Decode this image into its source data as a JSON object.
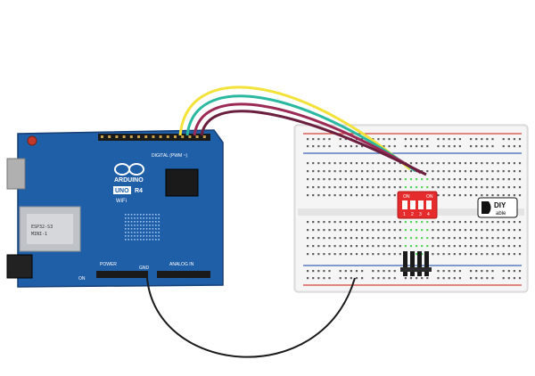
{
  "board": {
    "brand": "ARDUINO",
    "model": "UNO",
    "variant": "R4",
    "wifi": "WiFi",
    "digital_label": "DIGITAL (PWM ~)",
    "power_label": "POWER",
    "analog_label": "ANALOG IN",
    "gnd_label": "GND",
    "module_label": "ESP32-S3",
    "module_sub": "MINI-1",
    "on_label": "ON",
    "colors": {
      "pcb": "#1f5fa8",
      "pcb_dark": "#163f76",
      "header": "#1a1a1a"
    }
  },
  "breadboard": {
    "colors": {
      "body": "#f1f1f1",
      "rail_red": "#d8403a",
      "rail_blue": "#3a63b8",
      "hole": "#5c5c5c",
      "active": "#55d35a"
    }
  },
  "dip_switch": {
    "on_label": "ON",
    "numbers": [
      "1",
      "2",
      "3",
      "4"
    ],
    "color": "#e52b2b"
  },
  "logo": {
    "text": "DIY",
    "sub": "able"
  },
  "wires": {
    "colors": [
      "#f2e23a",
      "#2bb8a0",
      "#9b2b55",
      "#6b1f3f"
    ],
    "ground": "#1a1a1a"
  }
}
